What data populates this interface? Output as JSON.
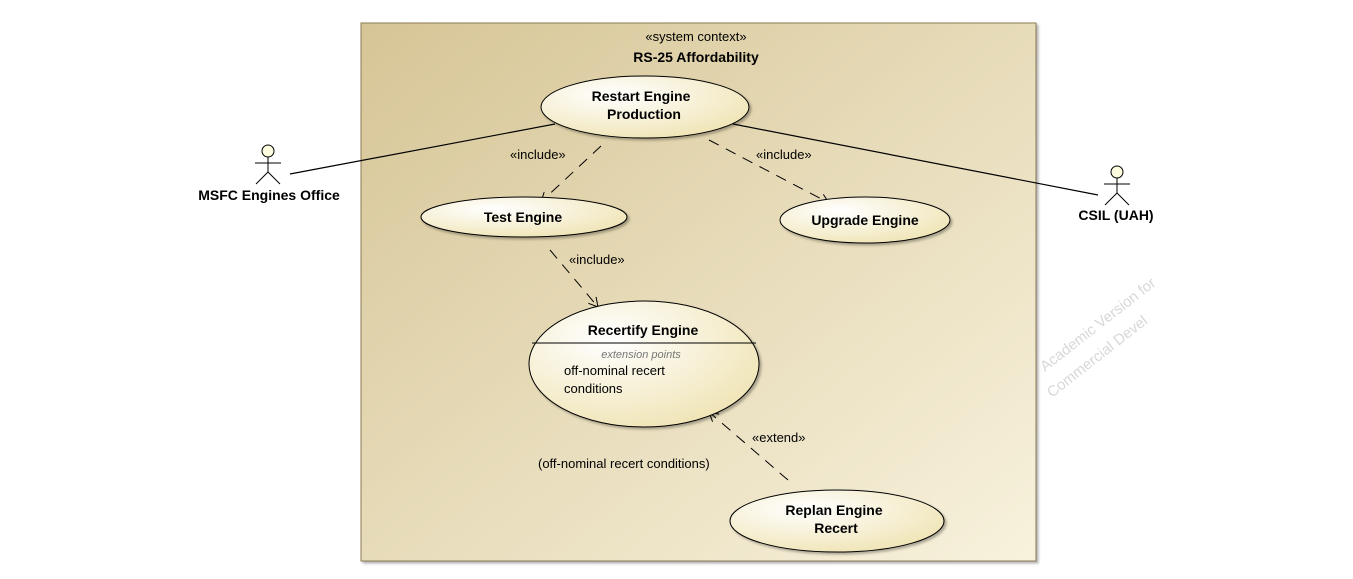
{
  "diagram": {
    "boundary": {
      "stereotype": "«system context»",
      "name": "RS-25 Affordability"
    },
    "actors": [
      {
        "name": "MSFC Engines Office"
      },
      {
        "name": "CSIL (UAH)"
      }
    ],
    "use_cases": {
      "restart": {
        "line1": "Restart Engine",
        "line2": "Production"
      },
      "test": {
        "name": "Test Engine"
      },
      "upgrade": {
        "name": "Upgrade Engine"
      },
      "recertify": {
        "name": "Recertify Engine",
        "ext_header": "extension points",
        "ext_line1": "off-nominal recert",
        "ext_line2": "conditions"
      },
      "replan": {
        "line1": "Replan Engine",
        "line2": "Recert"
      }
    },
    "relations": {
      "include_test": "«include»",
      "include_upgrade": "«include»",
      "include_recertify": "«include»",
      "extend": "«extend»",
      "extend_condition": "(off-nominal recert conditions)"
    },
    "watermark": {
      "line1": "Academic Version for",
      "line2": "Commercial Devel"
    },
    "colors": {
      "boundary_light": "#f6efd8",
      "boundary_dark": "#d8c79a",
      "boundary_stroke": "#8a7a55",
      "ellipse_light": "#ffffff",
      "ellipse_dark": "#f2e7b9",
      "actor_head": "#fffde0",
      "line": "#000000"
    }
  }
}
